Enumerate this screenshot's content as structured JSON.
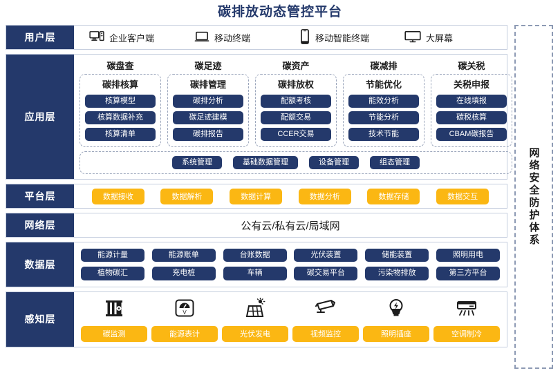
{
  "title": "碳排放动态管控平台",
  "colors": {
    "navy": "#24396B",
    "amber": "#FBB713",
    "border": "#c3ccdd",
    "dashed": "#9aa5bb"
  },
  "security_panel": {
    "label": "网络安全防护体系"
  },
  "layers": {
    "user": {
      "label": "用户层",
      "items": [
        {
          "icon": "desktop-tower-icon",
          "label": "企业客户端"
        },
        {
          "icon": "laptop-icon",
          "label": "移动终端"
        },
        {
          "icon": "smartphone-icon",
          "label": "移动智能终端"
        },
        {
          "icon": "large-screen-icon",
          "label": "大屏幕"
        }
      ]
    },
    "application": {
      "label": "应用层",
      "columns": [
        {
          "title": "碳盘查",
          "card_title": "碳排核算",
          "items": [
            "核算模型",
            "核算数据补充",
            "核算清单"
          ]
        },
        {
          "title": "碳足迹",
          "card_title": "碳排管理",
          "items": [
            "碳排分析",
            "碳足迹建模",
            "碳排报告"
          ]
        },
        {
          "title": "碳资产",
          "card_title": "碳排放权",
          "items": [
            "配额考核",
            "配额交易",
            "CCER交易"
          ]
        },
        {
          "title": "碳减排",
          "card_title": "节能优化",
          "items": [
            "能效分析",
            "节能分析",
            "技术节能"
          ]
        },
        {
          "title": "碳关税",
          "card_title": "关税申报",
          "items": [
            "在线填报",
            "碳税核算",
            "CBAM碳报告"
          ]
        }
      ],
      "management": [
        "系统管理",
        "基础数据管理",
        "设备管理",
        "组态管理"
      ]
    },
    "platform": {
      "label": "平台层",
      "items": [
        "数据接收",
        "数据解析",
        "数据计算",
        "数据分析",
        "数据存储",
        "数据交互"
      ]
    },
    "network": {
      "label": "网络层",
      "content": "公有云/私有云/局域网"
    },
    "data": {
      "label": "数据层",
      "row1": [
        "能源计量",
        "能源账单",
        "台账数据",
        "光伏装置",
        "储能装置",
        "照明用电"
      ],
      "row2": [
        "植物碳汇",
        "充电桩",
        "车辆",
        "碳交易平台",
        "污染物排放",
        "第三方平台"
      ]
    },
    "sense": {
      "label": "感知层",
      "items": [
        {
          "icon": "carbon-monitor-icon",
          "label": "碳监测"
        },
        {
          "icon": "energy-gauge-icon",
          "label": "能源表计"
        },
        {
          "icon": "solar-panel-icon",
          "label": "光伏发电"
        },
        {
          "icon": "cctv-camera-icon",
          "label": "视频监控"
        },
        {
          "icon": "lightbulb-icon",
          "label": "照明插座"
        },
        {
          "icon": "air-conditioner-icon",
          "label": "空调制冷"
        }
      ]
    }
  }
}
